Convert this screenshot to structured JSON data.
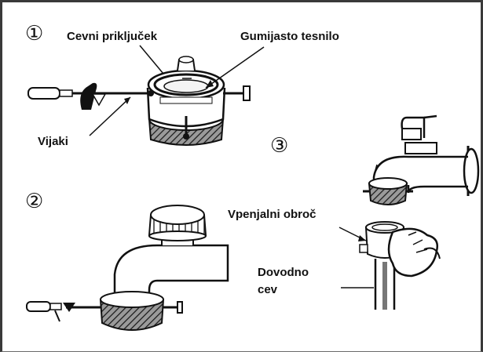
{
  "steps": [
    "①",
    "②",
    "③"
  ],
  "labels": {
    "pipe_connector": "Cevni priključek",
    "rubber_seal": "Gumijasto tesnilo",
    "screws": "Vijaki",
    "clamp_ring": "Vpenjalni obroč",
    "inlet_line1": "Dovodno",
    "inlet_line2": "cev"
  }
}
